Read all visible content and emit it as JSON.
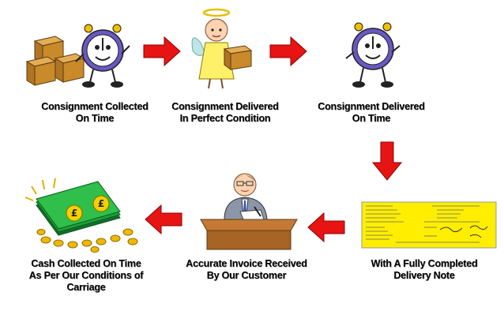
{
  "steps": [
    {
      "line1": "Consignment Collected",
      "line2": "On Time",
      "icon": "clock-with-boxes"
    },
    {
      "line1": "Consignment Delivered",
      "line2": "In Perfect Condition",
      "icon": "angel-with-box"
    },
    {
      "line1": "Consignment Delivered",
      "line2": "On Time",
      "icon": "clock-character"
    },
    {
      "line1": "With A Fully Completed",
      "line2": "Delivery Note",
      "icon": "delivery-note"
    },
    {
      "line1": "Accurate Invoice Received",
      "line2": "By Our Customer",
      "icon": "man-at-desk"
    },
    {
      "line1": "Cash Collected On Time",
      "line2": "As Per Our Conditions of",
      "line3": "Carriage",
      "icon": "cash-and-coins"
    }
  ],
  "arrow_icon": "red-arrow",
  "colors": {
    "arrow": "#e81414",
    "box": "#c98a2a",
    "clock": "#6a58c4",
    "note": "#ffee00",
    "cash": "#1faa3a",
    "coin": "#f0b800"
  }
}
